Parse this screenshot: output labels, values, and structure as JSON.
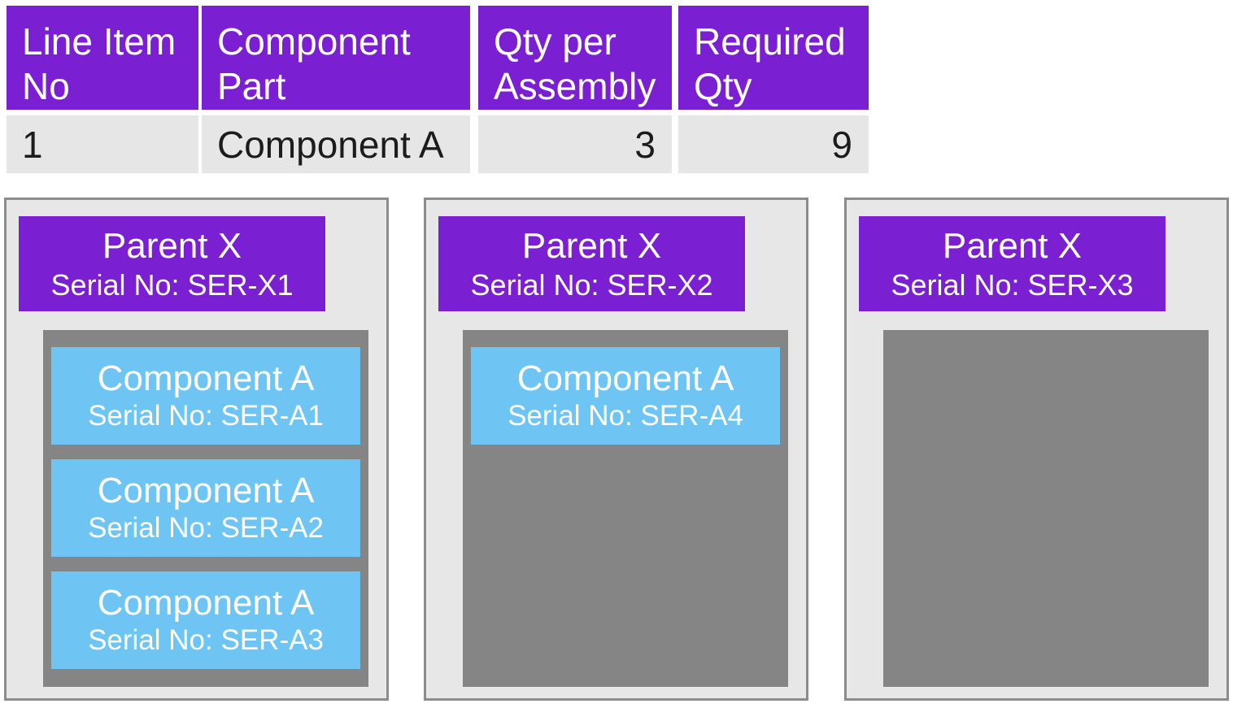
{
  "colors": {
    "header_purple": "#7b1fd2",
    "component_blue": "#6ec5f3",
    "container_gray": "#858585",
    "panel_background": "#e7e7e7",
    "panel_border": "#8c8c8c",
    "table_row_gray": "#e6e6e6",
    "header_text": "#ffffff",
    "row_text": "#1c1c1c"
  },
  "table": {
    "headers": {
      "line_item_no": "Line Item\nNo",
      "component_part": "Component\nPart",
      "qty_per_assembly": "Qty per\nAssembly",
      "required_qty": "Required\nQty"
    },
    "row": {
      "line_item_no": "1",
      "component_part": "Component A",
      "qty_per_assembly": "3",
      "required_qty": "9"
    }
  },
  "panels": [
    {
      "title": "Parent X",
      "serial": "Serial No: SER-X1",
      "components": [
        {
          "title": "Component A",
          "serial": "Serial No: SER-A1"
        },
        {
          "title": "Component A",
          "serial": "Serial No: SER-A2"
        },
        {
          "title": "Component A",
          "serial": "Serial No: SER-A3"
        }
      ]
    },
    {
      "title": "Parent X",
      "serial": "Serial No: SER-X2",
      "components": [
        {
          "title": "Component A",
          "serial": "Serial No: SER-A4"
        }
      ]
    },
    {
      "title": "Parent X",
      "serial": "Serial No: SER-X3",
      "components": []
    }
  ]
}
